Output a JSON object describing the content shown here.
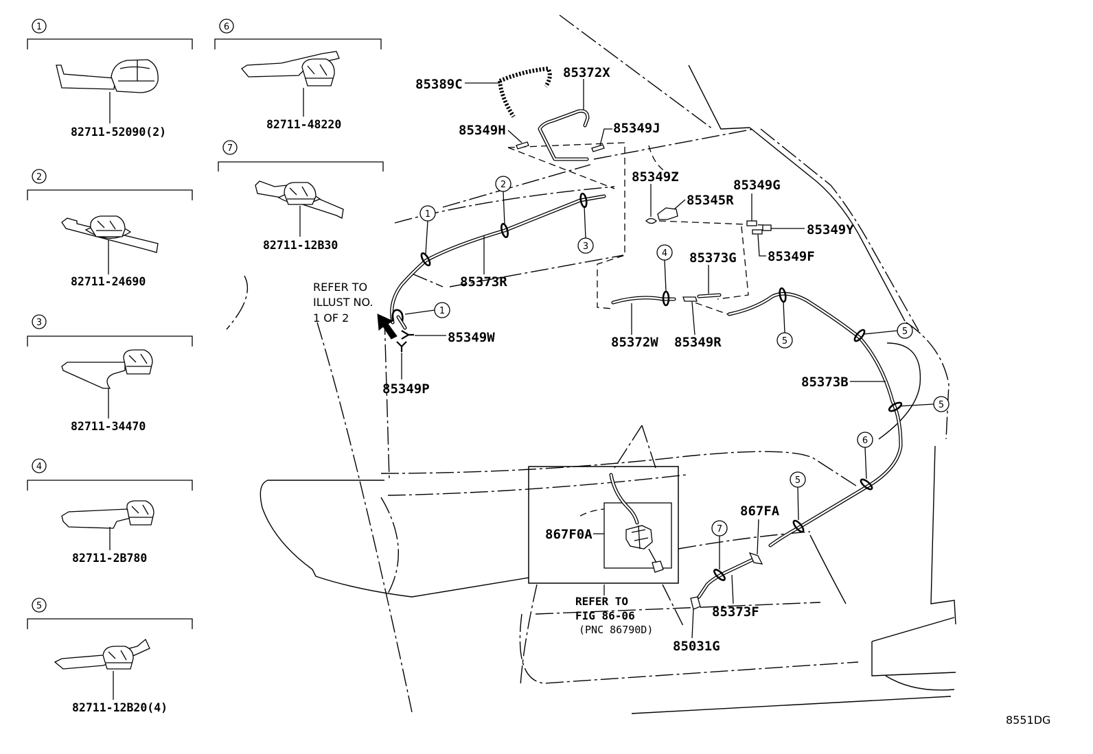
{
  "clip_legend": [
    {
      "ref": "1",
      "part_no": "82711-52090(2)"
    },
    {
      "ref": "2",
      "part_no": "82711-24690"
    },
    {
      "ref": "3",
      "part_no": "82711-34470"
    },
    {
      "ref": "4",
      "part_no": "82711-2B780"
    },
    {
      "ref": "5",
      "part_no": "82711-12B20(4)"
    },
    {
      "ref": "6",
      "part_no": "82711-48220"
    },
    {
      "ref": "7",
      "part_no": "82711-12B30"
    }
  ],
  "callouts": [
    "85389C",
    "85372X",
    "85349H",
    "85349J",
    "85349Z",
    "85345R",
    "85349G",
    "85349Y",
    "85349F",
    "85373G",
    "85372W",
    "85349R",
    "85373R",
    "85349W",
    "85349P",
    "85373B",
    "867F0A",
    "867FA",
    "85373F",
    "85031G"
  ],
  "clip_refs": [
    "1",
    "2",
    "3",
    "1",
    "4",
    "5",
    "5",
    "5",
    "6",
    "5",
    "7"
  ],
  "notes": {
    "illust_ref": [
      "REFER TO",
      "ILLUST NO.",
      "1 OF 2"
    ],
    "fig_ref": [
      "REFER TO",
      "FIG 86-06",
      "(PNC 86790D)"
    ]
  },
  "diagram_code": "8551DG"
}
